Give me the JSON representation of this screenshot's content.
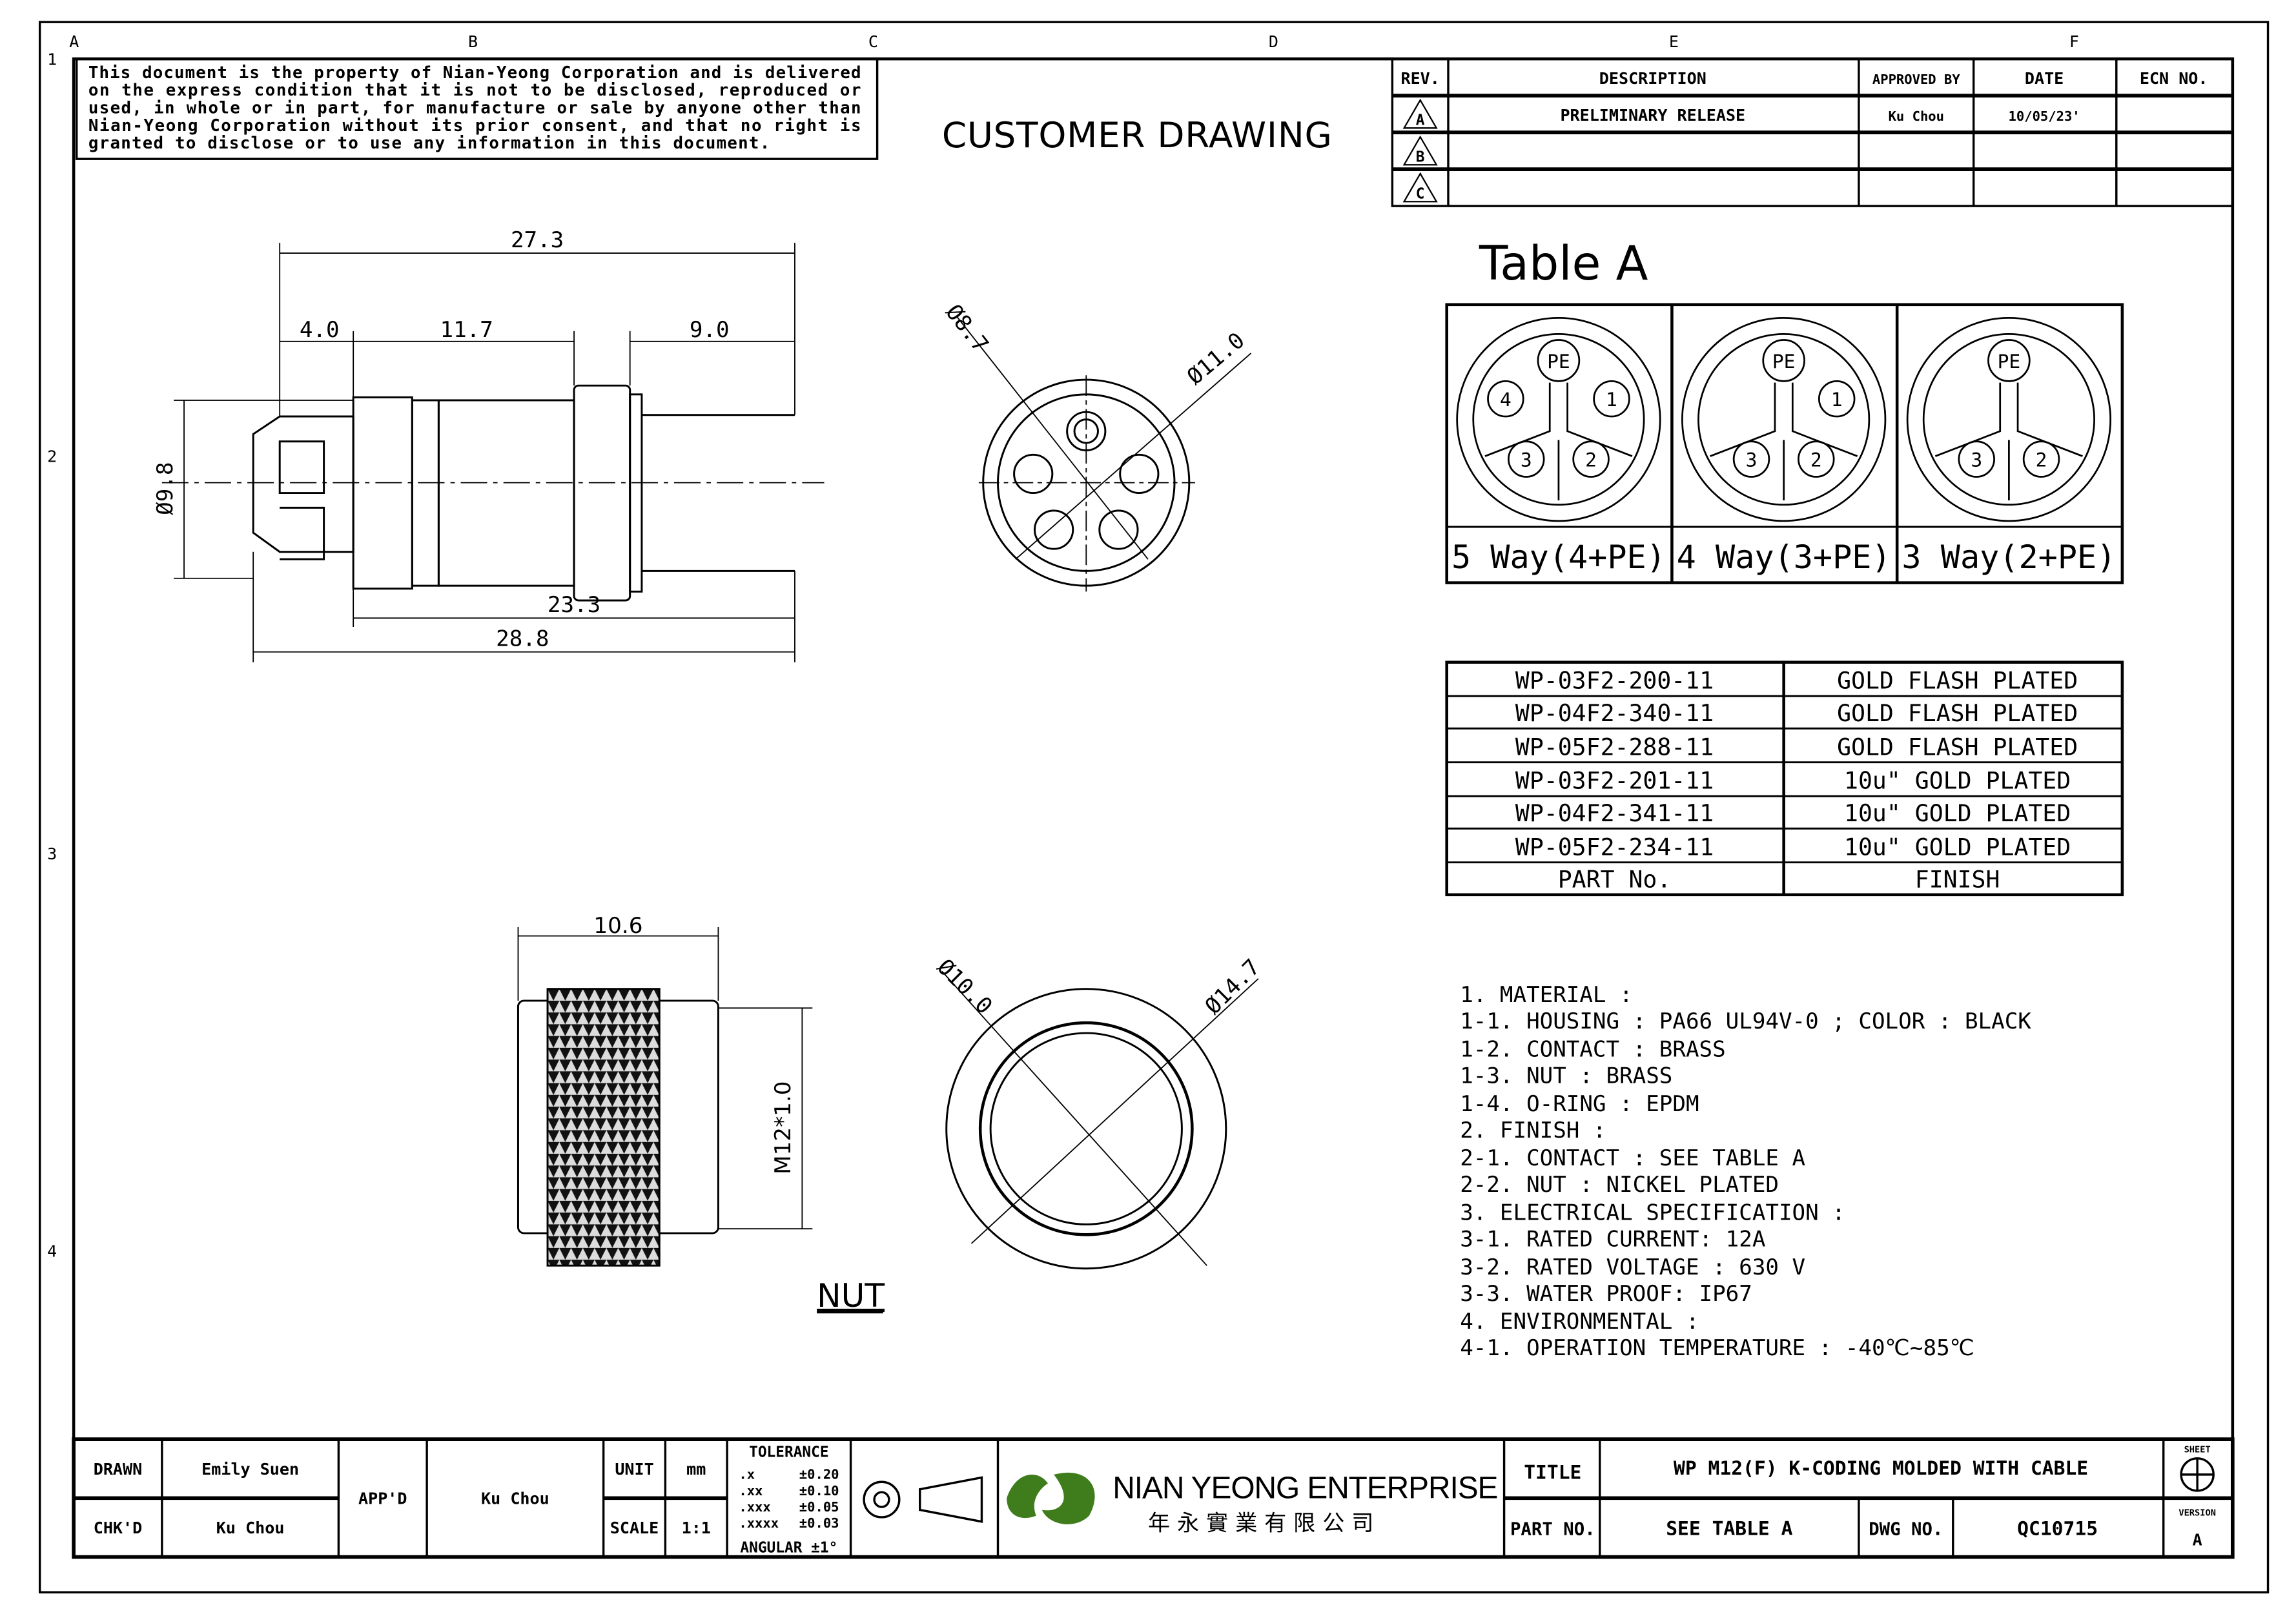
{
  "grid": {
    "columns": [
      "A",
      "B",
      "C",
      "D",
      "E",
      "F"
    ],
    "rows": [
      "1",
      "2",
      "3",
      "4"
    ]
  },
  "disclaimer": [
    "This document is the property of Nian-Yeong Corporation and is delivered",
    "on the express condition that it is not to be disclosed, reproduced or",
    "used, in whole or in part, for manufacture or sale by anyone other than",
    "Nian-Yeong Corporation without its prior consent, and that no right is",
    "granted to disclose or to use any information in this document."
  ],
  "heading": "CUSTOMER DRAWING",
  "revision_table": {
    "headers": [
      "REV.",
      "DESCRIPTION",
      "APPROVED BY",
      "DATE",
      "ECN NO."
    ],
    "rows": [
      {
        "rev": "A",
        "description": "PRELIMINARY RELEASE",
        "approved_by": "Ku Chou",
        "date": "10/05/23'",
        "ecn": ""
      },
      {
        "rev": "B",
        "description": "",
        "approved_by": "",
        "date": "",
        "ecn": ""
      },
      {
        "rev": "C",
        "description": "",
        "approved_by": "",
        "date": "",
        "ecn": ""
      }
    ]
  },
  "dimensions": {
    "side": {
      "overall_top": "27.3",
      "front": "4.0",
      "middle": "11.7",
      "rear": "9.0",
      "dia": "Ø9.8",
      "inner_bottom": "23.3",
      "overall_bottom": "28.8"
    },
    "front": {
      "d1": "Ø8.7",
      "d2": "Ø11.0"
    },
    "nut": {
      "length": "10.6",
      "thread": "M12*1.0",
      "d1": "Ø10.0",
      "d2": "Ø14.7",
      "label": "NUT"
    }
  },
  "table_a": {
    "title": "Table A",
    "pin_labels": {
      "pe": "PE",
      "p1": "1",
      "p2": "2",
      "p3": "3",
      "p4": "4"
    },
    "variants": [
      "5 Way(4+PE)",
      "4 Way(3+PE)",
      "3 Way(2+PE)"
    ]
  },
  "parts_table": {
    "rows": [
      {
        "part": "WP-03F2-200-11",
        "finish": "GOLD  FLASH  PLATED"
      },
      {
        "part": "WP-04F2-340-11",
        "finish": "GOLD  FLASH  PLATED"
      },
      {
        "part": "WP-05F2-288-11",
        "finish": "GOLD  FLASH  PLATED"
      },
      {
        "part": "WP-03F2-201-11",
        "finish": "10u\"  GOLD  PLATED"
      },
      {
        "part": "WP-04F2-341-11",
        "finish": "10u\"  GOLD  PLATED"
      },
      {
        "part": "WP-05F2-234-11",
        "finish": "10u\"  GOLD  PLATED"
      }
    ],
    "headers": {
      "part": "PART  No.",
      "finish": "FINISH"
    }
  },
  "notes": [
    "1.   MATERIAL :",
    "  1-1. HOUSING : PA66 UL94V-0 ; COLOR : BLACK",
    "  1-2. CONTACT : BRASS",
    "  1-3. NUT : BRASS",
    "  1-4. O-RING : EPDM",
    "2.   FINISH :",
    "  2-1. CONTACT : SEE TABLE A",
    "  2-2. NUT : NICKEL PLATED",
    "3.   ELECTRICAL SPECIFICATION :",
    "  3-1. RATED CURRENT: 12A",
    "  3-2. RATED VOLTAGE : 630 V",
    "  3-3. WATER PROOF: IP67",
    "4.   ENVIRONMENTAL :",
    "  4-1. OPERATION TEMPERATURE : -40℃~85℃"
  ],
  "title_block": {
    "drawn_label": "DRAWN",
    "drawn": "Emily Suen",
    "chkd_label": "CHK'D",
    "chkd": "Ku Chou",
    "appd_label": "APP'D",
    "appd": "Ku Chou",
    "unit_label": "UNIT",
    "unit": "mm",
    "scale_label": "SCALE",
    "scale": "1:1",
    "tolerance_label": "TOLERANCE",
    "tolerances": [
      [
        ".x",
        "±0.20"
      ],
      [
        ".xx",
        "±0.10"
      ],
      [
        ".xxx",
        "±0.05"
      ],
      [
        ".xxxx",
        "±0.03"
      ]
    ],
    "angular": "ANGULAR  ±1°",
    "company": "NIAN YEONG ENTERPRISE",
    "company_cn": "年 永 實 業 有 限 公 司",
    "title_label": "TITLE",
    "title": "WP M12(F) K-CODING MOLDED WITH CABLE",
    "part_label": "PART NO.",
    "part": "SEE TABLE A",
    "dwg_label": "DWG NO.",
    "dwg": "QC10715",
    "sheet_label": "SHEET",
    "version_label": "VERSION",
    "version": "A"
  },
  "colors": {
    "logo_green": "#3f7d1c"
  }
}
